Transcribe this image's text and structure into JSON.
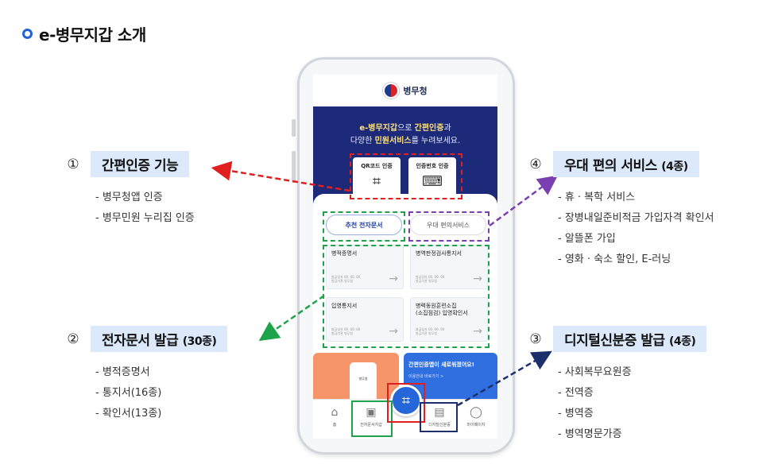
{
  "page": {
    "heading": "e-병무지갑 소개"
  },
  "app": {
    "logo_text": "병무청",
    "banner_line1_pre": "e-병무지갑",
    "banner_line1_mid": "으로 ",
    "banner_line1_strong": "간편인증",
    "banner_line1_post": "과",
    "banner_line2_pre": "다양한 ",
    "banner_line2_strong": "민원서비스",
    "banner_line2_post": "를 누려보세요.",
    "auth_buttons": [
      {
        "label": "QR코드 인증",
        "icon": "qr-icon"
      },
      {
        "label": "인증번호 인증",
        "icon": "keypad-icon"
      }
    ],
    "segments": {
      "primary": "추천 전자문서",
      "secondary": "우대 편의서비스"
    },
    "doc_cards": [
      {
        "title": "병적증명서",
        "meta1": "발급일자 00. 00. 00",
        "meta2": "발급기관 병무청"
      },
      {
        "title": "병역판정검사통지서",
        "meta1": "발급일자 00. 00. 00",
        "meta2": "발급기관 병무청"
      },
      {
        "title": "입영통지서",
        "meta1": "발급일자 00. 00. 00",
        "meta2": "발급기관 병무청"
      },
      {
        "title": "병력동원훈련소집\n(소집점검) 입영확인서",
        "meta1": "발급일자 00. 00. 00",
        "meta2": "발급기관 병무청"
      }
    ],
    "promo": {
      "phone_logo": "병무청",
      "title": "간편인증앱이 새로워졌어요!",
      "sub": "이용안내 바로가기 >"
    },
    "nav": [
      {
        "label": "홈",
        "icon": "home-icon"
      },
      {
        "label": "전자문서지갑",
        "icon": "wallet-icon"
      },
      {
        "label": "디지털신분증",
        "icon": "id-card-icon"
      },
      {
        "label": "마이페이지",
        "icon": "person-icon"
      }
    ]
  },
  "callouts": [
    {
      "num": "①",
      "title": "간편인증 기능",
      "count": "",
      "items": [
        "병무청앱 인증",
        "병무민원 누리집 인증"
      ]
    },
    {
      "num": "②",
      "title": "전자문서 발급",
      "count": "(30종)",
      "items": [
        "병적증명서",
        "통지서(16종)",
        "확인서(13종)"
      ]
    },
    {
      "num": "③",
      "title": "디지털신분증 발급",
      "count": "(4종)",
      "items": [
        "사회복무요원증",
        "전역증",
        "병역증",
        "병역명문가증"
      ]
    },
    {
      "num": "④",
      "title": "우대 편의 서비스",
      "count": "(4종)",
      "items": [
        "휴 · 복학 서비스",
        "장병내일준비적금 가입자격 확인서",
        "알뜰폰 가입",
        "영화 · 숙소 할인, E-러닝"
      ]
    }
  ],
  "colors": {
    "red": "#e02020",
    "green": "#1fa34a",
    "purple": "#7a3fb0",
    "navy": "#1d2f6a",
    "callout_bg": "#dbe9fb",
    "brand_blue": "#2566d8"
  }
}
